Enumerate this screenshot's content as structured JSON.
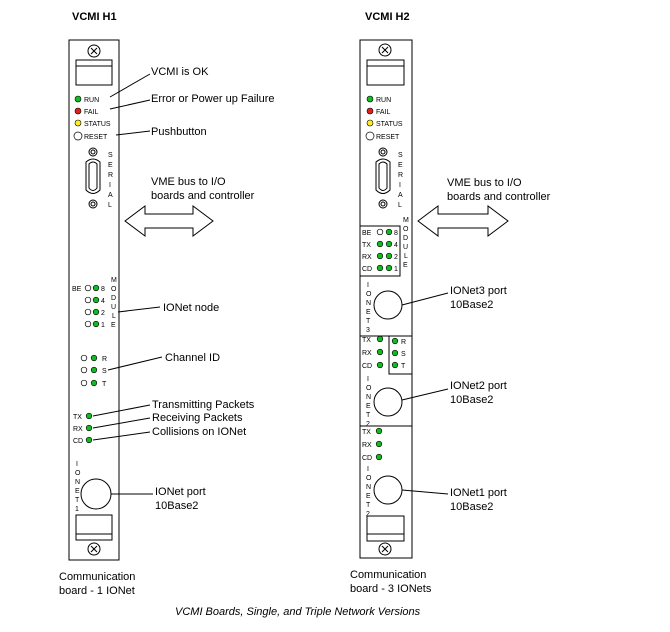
{
  "board1": {
    "title": "VCMI H1",
    "status_leds": [
      "RUN",
      "FAIL",
      "STATUS",
      "RESET"
    ],
    "serial_label": [
      "S",
      "E",
      "R",
      "I",
      "A",
      "L"
    ],
    "be_label": "BE",
    "module_numbers": [
      "8",
      "4",
      "2",
      "1"
    ],
    "module_label": [
      "M",
      "O",
      "D",
      "U",
      "L",
      "E"
    ],
    "channel_labels": [
      "R",
      "S",
      "T"
    ],
    "net_leds": [
      "TX",
      "RX",
      "CD"
    ],
    "ionet_label": [
      "I",
      "O",
      "N",
      "E",
      "T",
      "1"
    ],
    "caption": [
      "Communication",
      "board - 1 IONet"
    ]
  },
  "board2": {
    "title": "VCMI H2",
    "status_leds": [
      "RUN",
      "FAIL",
      "STATUS",
      "RESET"
    ],
    "serial_label": [
      "S",
      "E",
      "R",
      "I",
      "A",
      "L"
    ],
    "be_label": "BE",
    "module_numbers": [
      "8",
      "4",
      "2",
      "1"
    ],
    "module_label": [
      "M",
      "O",
      "D",
      "U",
      "L",
      "E"
    ],
    "net_leds": [
      "TX",
      "RX",
      "CD"
    ],
    "channel_labels": [
      "R",
      "S",
      "T"
    ],
    "ionet3_label": [
      "I",
      "O",
      "N",
      "E",
      "T",
      "3"
    ],
    "ionet2_label": [
      "I",
      "O",
      "N",
      "E",
      "T",
      "2"
    ],
    "ionet1_label": [
      "I",
      "O",
      "N",
      "E",
      "T",
      "2"
    ],
    "caption": [
      "Communication",
      "board - 3 IONets"
    ]
  },
  "callouts1": {
    "vcmi_ok": "VCMI is OK",
    "fail": "Error or Power up Failure",
    "pushbutton": "Pushbutton",
    "vme": [
      "VME bus to I/O",
      "boards and controller"
    ],
    "ionet_node": "IONet node",
    "channel_id": "Channel ID",
    "tx": "Transmitting Packets",
    "rx": "Receiving Packets",
    "cd": "Collisions on IONet",
    "port": [
      "IONet port",
      "10Base2"
    ]
  },
  "callouts2": {
    "vme": [
      "VME bus to I/O",
      "boards and controller"
    ],
    "ionet3": [
      "IONet3 port",
      "10Base2"
    ],
    "ionet2": [
      "IONet2 port",
      "10Base2"
    ],
    "ionet1": [
      "IONet1 port",
      "10Base2"
    ]
  },
  "figure_caption": "VCMI Boards, Single, and Triple Network Versions",
  "colors": {
    "led_green": "#11bb22",
    "led_red": "#e02020",
    "led_yellow": "#ffee22"
  }
}
